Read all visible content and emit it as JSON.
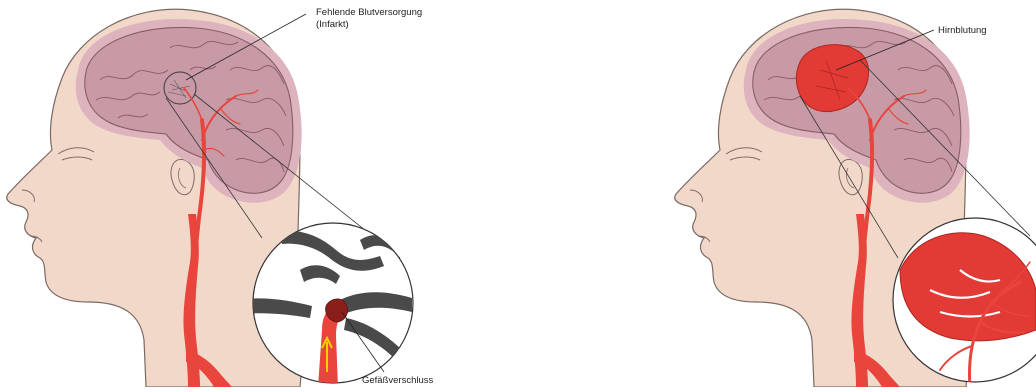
{
  "labels": {
    "infarct_line1": "Fehlende Blutversorgung",
    "infarct_line2": "(Infarkt)",
    "occlusion": "Gefäßverschluss",
    "hemorrhage": "Hirnblutung"
  },
  "colors": {
    "skin": "#f2d8c9",
    "skin_outline": "#7a6a64",
    "brain": "#c79aa6",
    "brain_halo": "#ddb3bd",
    "brain_outline": "#8a5c68",
    "artery": "#e8453c",
    "artery_dark": "#c9302a",
    "vessel_gray": "#4a4a4a",
    "bleed": "#e23b35",
    "arrow": "#f5d000"
  }
}
